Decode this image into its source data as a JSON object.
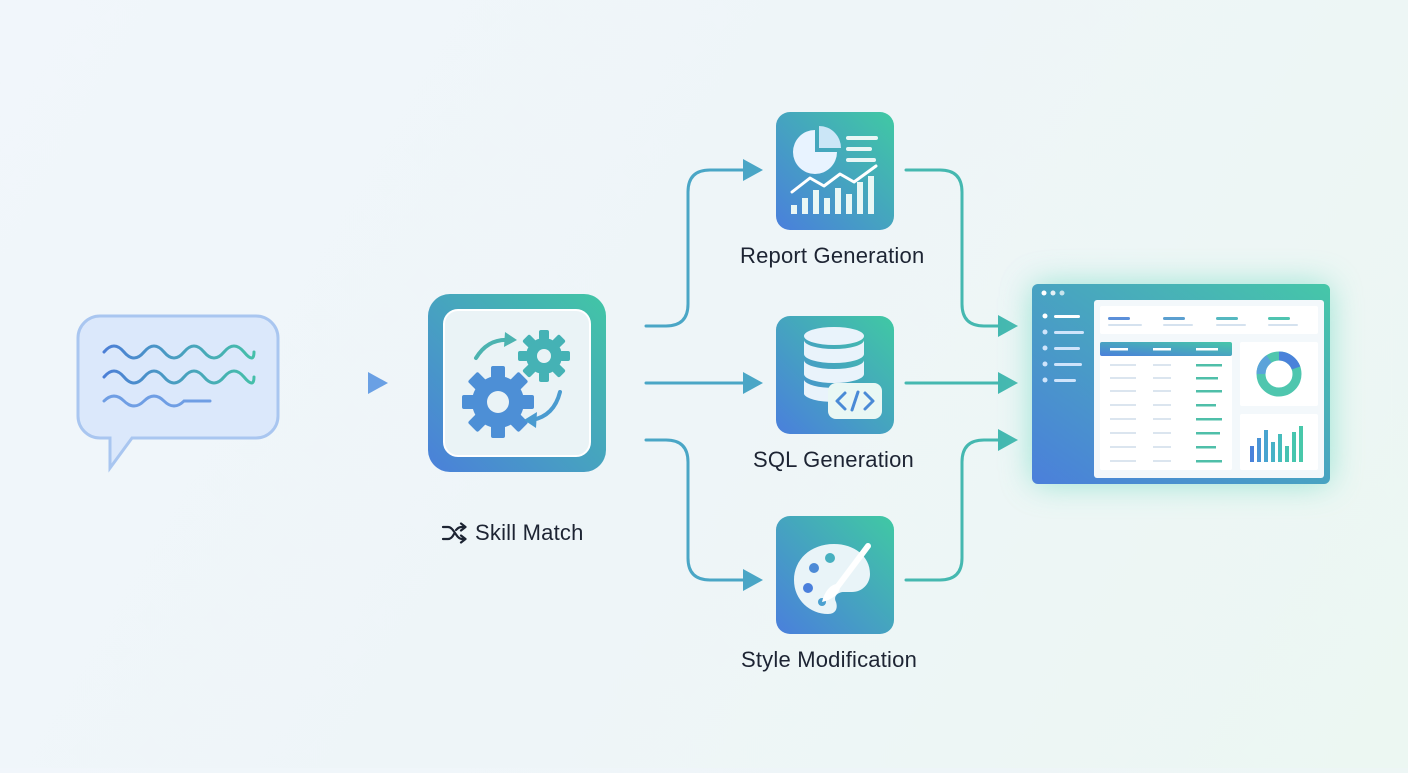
{
  "nodes": {
    "skill_match": {
      "label": "Skill Match",
      "icon": "shuffle-icon"
    },
    "report": {
      "label": "Report Generation",
      "icon": "report-chart-icon"
    },
    "sql": {
      "label": "SQL Generation",
      "icon": "database-code-icon"
    },
    "style": {
      "label": "Style Modification",
      "icon": "palette-brush-icon"
    }
  },
  "colors": {
    "blue": "#4a86dc",
    "teal": "#3fc3a8",
    "arrow": "#4ba6c2",
    "text": "#1d2433"
  }
}
